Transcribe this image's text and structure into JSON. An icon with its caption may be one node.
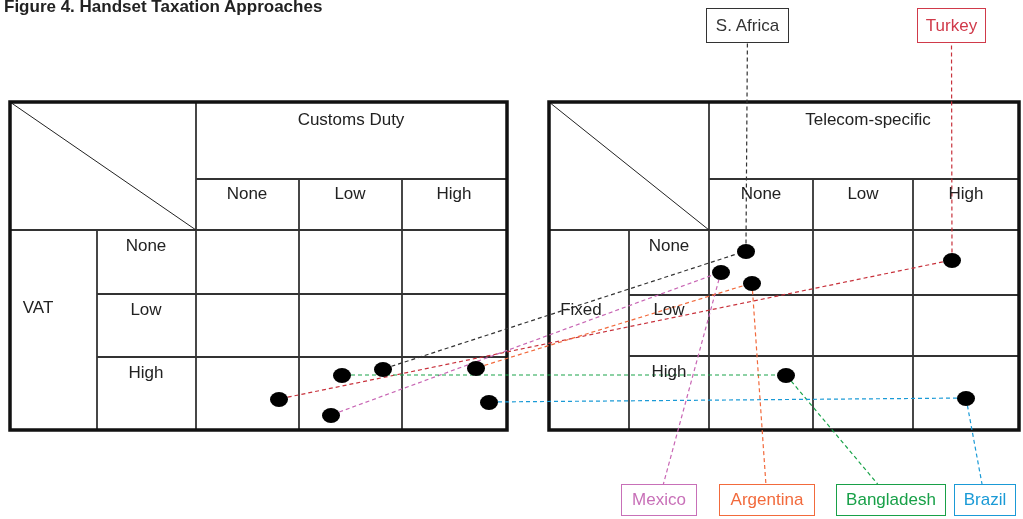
{
  "diagram": {
    "title": "Figure 4. Handset Taxation Approaches",
    "nodes": [
      {
        "text": [
          "S. Africa"
        ]
      },
      {
        "text": [
          "Turkey"
        ]
      },
      {
        "text": [],
        "shape": "circle"
      },
      {
        "text": [],
        "shape": "circle"
      },
      {
        "text": [],
        "shape": "circle"
      },
      {
        "text": [],
        "shape": "circle"
      },
      {
        "text": [],
        "shape": "circle"
      },
      {
        "text": [],
        "shape": "circle"
      },
      {
        "text": [],
        "shape": "circle"
      },
      {
        "text": [],
        "shape": "circle"
      },
      {
        "text": [],
        "shape": "circle"
      },
      {
        "text": [],
        "shape": "circle"
      },
      {
        "text": [],
        "shape": "circle"
      },
      {
        "text": [],
        "shape": "circle"
      },
      {
        "text": [
          "Mexico"
        ]
      },
      {
        "text": [
          "Argentina"
        ]
      },
      {
        "text": [
          "Bangladesh"
        ]
      },
      {
        "text": [
          "Brazil"
        ]
      }
    ],
    "edges": [
      {
        "from": 5,
        "to": 9,
        "arrow": "none",
        "style": "dashed",
        "color": "#333333"
      },
      {
        "from": 9,
        "to": 0,
        "arrow": "none",
        "style": "dashed",
        "color": "#333333"
      },
      {
        "from": 2,
        "to": 12,
        "arrow": "none",
        "style": "dashed",
        "color": "#c8323c"
      },
      {
        "from": 12,
        "to": 1,
        "arrow": "none",
        "style": "dashed",
        "color": "#c8323c"
      },
      {
        "from": 3,
        "to": 8,
        "arrow": "none",
        "style": "dashed",
        "color": "#c866b4"
      },
      {
        "from": 8,
        "to": 14,
        "arrow": "none",
        "style": "dashed",
        "color": "#c866b4"
      },
      {
        "from": 6,
        "to": 10,
        "arrow": "none",
        "style": "dashed",
        "color": "#f26a3c"
      },
      {
        "from": 10,
        "to": 15,
        "arrow": "none",
        "style": "dashed",
        "color": "#f26a3c"
      },
      {
        "from": 4,
        "to": 11,
        "arrow": "none",
        "style": "dashed",
        "color": "#1aa34a"
      },
      {
        "from": 11,
        "to": 16,
        "arrow": "none",
        "style": "dashed",
        "color": "#1aa34a"
      },
      {
        "from": 7,
        "to": 13,
        "arrow": "none",
        "style": "dashed",
        "color": "#1a9ad6"
      },
      {
        "from": 13,
        "to": 17,
        "arrow": "none",
        "style": "dashed",
        "color": "#1a9ad6"
      }
    ],
    "labels": [
      "Customs Duty",
      "None",
      "Low",
      "High",
      "None",
      "VAT",
      "Low",
      "High",
      "Telecom-specific",
      "None",
      "Low",
      "High",
      "None",
      "Fixed",
      "Low",
      "High"
    ]
  }
}
